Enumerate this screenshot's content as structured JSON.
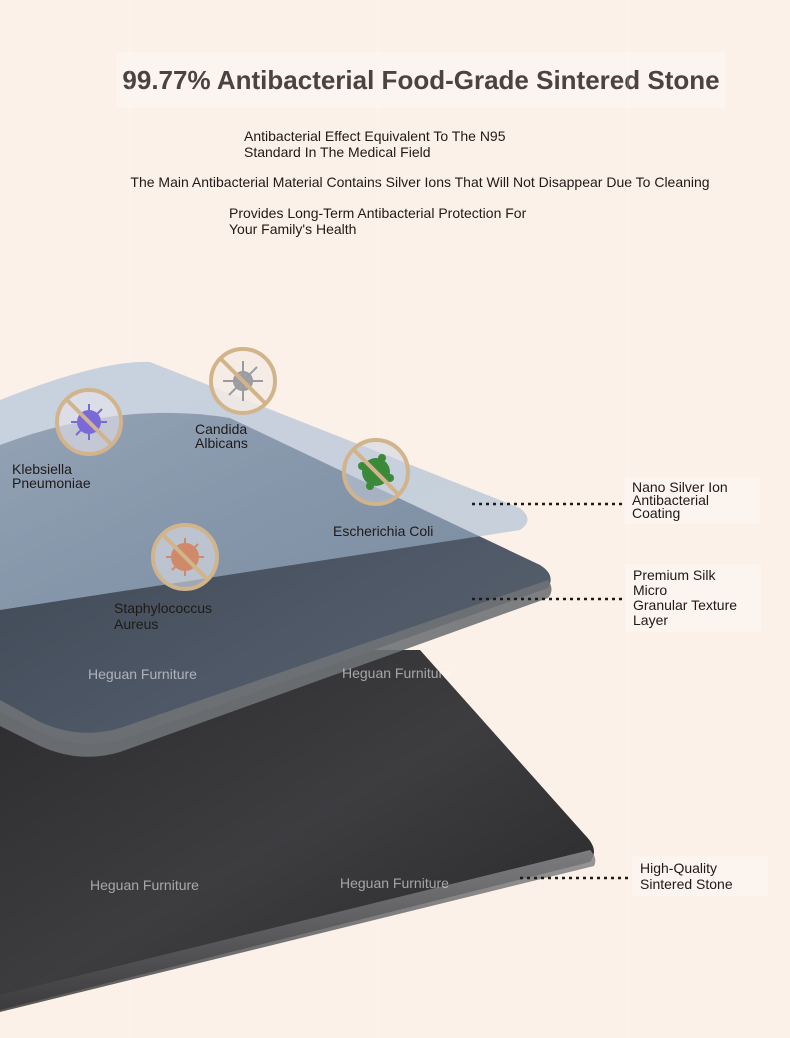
{
  "header": {
    "title": "99.77% Antibacterial Food-Grade Sintered Stone",
    "line1": "Antibacterial Effect Equivalent To The N95\nStandard In The Medical Field",
    "line2": "The Main Antibacterial Material Contains Silver Ions That Will Not Disappear Due To Cleaning",
    "line3": "Provides Long-Term Antibacterial Protection For\nYour Family's Health"
  },
  "bacteria": [
    {
      "name": "Klebsiella\nPneumoniae",
      "icon": "klebsiella-icon",
      "color": "#7a6ad8"
    },
    {
      "name": "Candida\nAlbicans",
      "icon": "candida-icon",
      "color": "#9a9aa0"
    },
    {
      "name": "Escherichia Coli",
      "icon": "ecoli-icon",
      "color": "#3a8a3a"
    },
    {
      "name": "Staphylococcus\nAureus",
      "icon": "staphylococcus-icon",
      "color": "#d08a6a"
    }
  ],
  "layers": {
    "coating": "Nano Silver Ion\nAntibacterial\nCoating",
    "texture": "Premium Silk\nMicro\nGranular Texture\nLayer",
    "stone": "High-Quality\nSintered Stone"
  },
  "watermark": "Heguan Furniture",
  "colors": {
    "background": "#fbf1e8",
    "prohibit_ring": "#d2b48c",
    "slab": "#3a3a3c"
  }
}
